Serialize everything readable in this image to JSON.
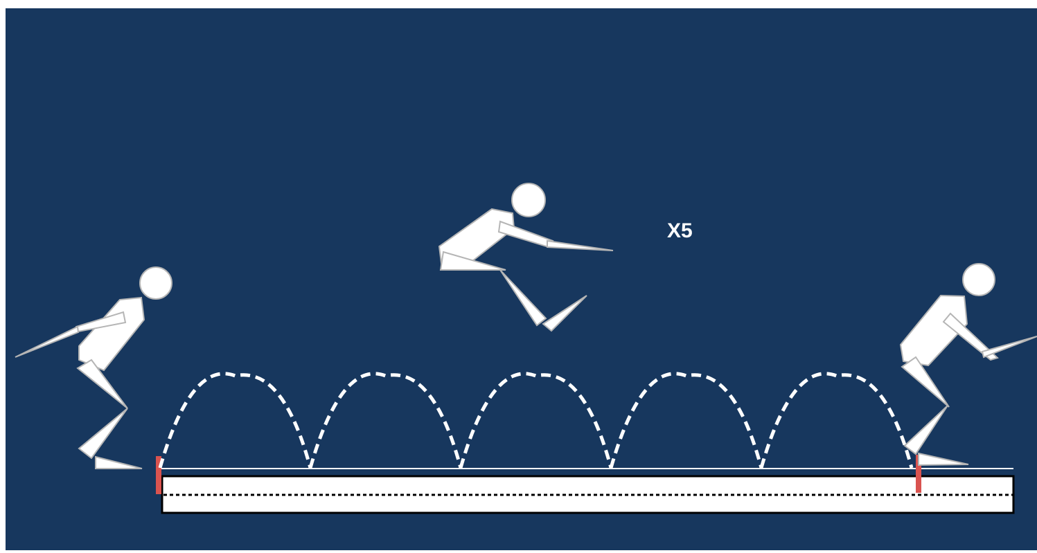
{
  "diagram": {
    "repeat_label": "X5",
    "jump_count": 5,
    "colors": {
      "background": "#17375e",
      "figure_fill": "#ffffff",
      "figure_stroke": "#b5b5b5",
      "path": "#ffffff",
      "marker": "#d9534f",
      "track_border": "#000000"
    },
    "figures": [
      {
        "name": "crouching-athlete-start",
        "pose": "crouch-arms-back"
      },
      {
        "name": "jumping-athlete-midair",
        "pose": "airborne-tuck"
      },
      {
        "name": "landing-athlete-end",
        "pose": "landing-arms-forward"
      }
    ],
    "markers": [
      "start-marker",
      "end-marker"
    ]
  }
}
